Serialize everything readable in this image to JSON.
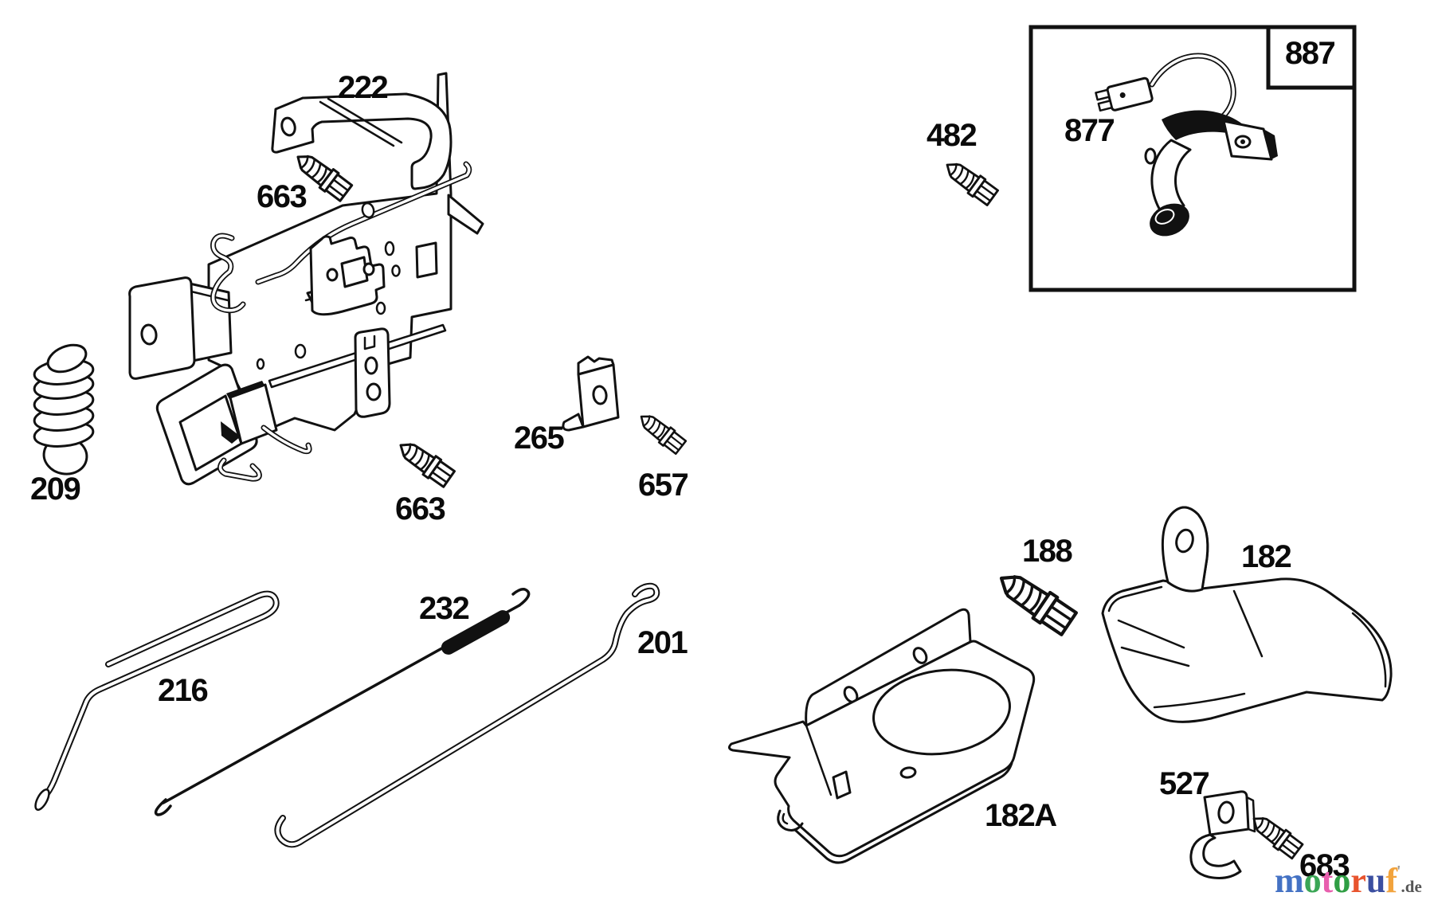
{
  "diagram": {
    "kind": "exploded parts diagram - engine controls",
    "callouts": {
      "bracket_222": "222",
      "screw_663_top": "663",
      "spring_209": "209",
      "screw_663_bottom": "663",
      "clamp_265": "265",
      "screw_657": "657",
      "screw_482": "482",
      "inset_box_887": "887",
      "ignition_877": "877",
      "rod_216": "216",
      "link_spring_232": "232",
      "rod_201": "201",
      "screw_188": "188",
      "bracket_182": "182",
      "plate_182A": "182A",
      "clip_527": "527",
      "screw_683": "683"
    },
    "line_color": "#111111",
    "background": "#ffffff"
  },
  "logo": {
    "letters": [
      {
        "ch": "m",
        "color": "#4472c4"
      },
      {
        "ch": "o",
        "color": "#3aa655"
      },
      {
        "ch": "t",
        "color": "#e85fae"
      },
      {
        "ch": "o",
        "color": "#2f9e44"
      },
      {
        "ch": "r",
        "color": "#e8542e"
      },
      {
        "ch": "u",
        "color": "#3b4fa0"
      },
      {
        "ch": "f",
        "color": "#f2a33c"
      }
    ],
    "tick": "'",
    "tick_color": "#999999",
    "suffix": ".de",
    "suffix_color": "#555555"
  }
}
